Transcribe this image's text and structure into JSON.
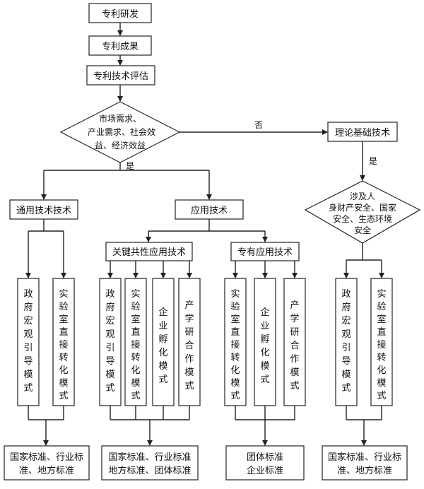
{
  "top": {
    "patent_rd": "专利研发",
    "patent_results": "专利成果",
    "patent_eval": "专利技术评估"
  },
  "decision1": {
    "lines": [
      "市场需求、",
      "产业需求、社会效",
      "益、经济效益"
    ],
    "yes": "是",
    "no": "否"
  },
  "theory": "理论基础技术",
  "decision2": {
    "lines": [
      "涉及人",
      "身财产安全、国家",
      "安全、生态环境",
      "安全"
    ],
    "yes": "是"
  },
  "general_tech": "通用技术技术",
  "applied_tech": "应用技术",
  "key_common": "关键共性应用技术",
  "proprietary": "专有应用技术",
  "modes": {
    "gov": "政府宏观引导模式",
    "lab": "实验室直接转化模式",
    "incubate": "企业孵化模式",
    "iur": "产学研合作模式"
  },
  "standards": {
    "s1": [
      "国家标准、行业标",
      "准、地方标准"
    ],
    "s2": [
      "国家标准、行业标准",
      "地方标准、团体标准"
    ],
    "s3": [
      "团体标准",
      "企业标准"
    ],
    "s4": [
      "国家标准、行业标",
      "准、地方标准"
    ]
  }
}
